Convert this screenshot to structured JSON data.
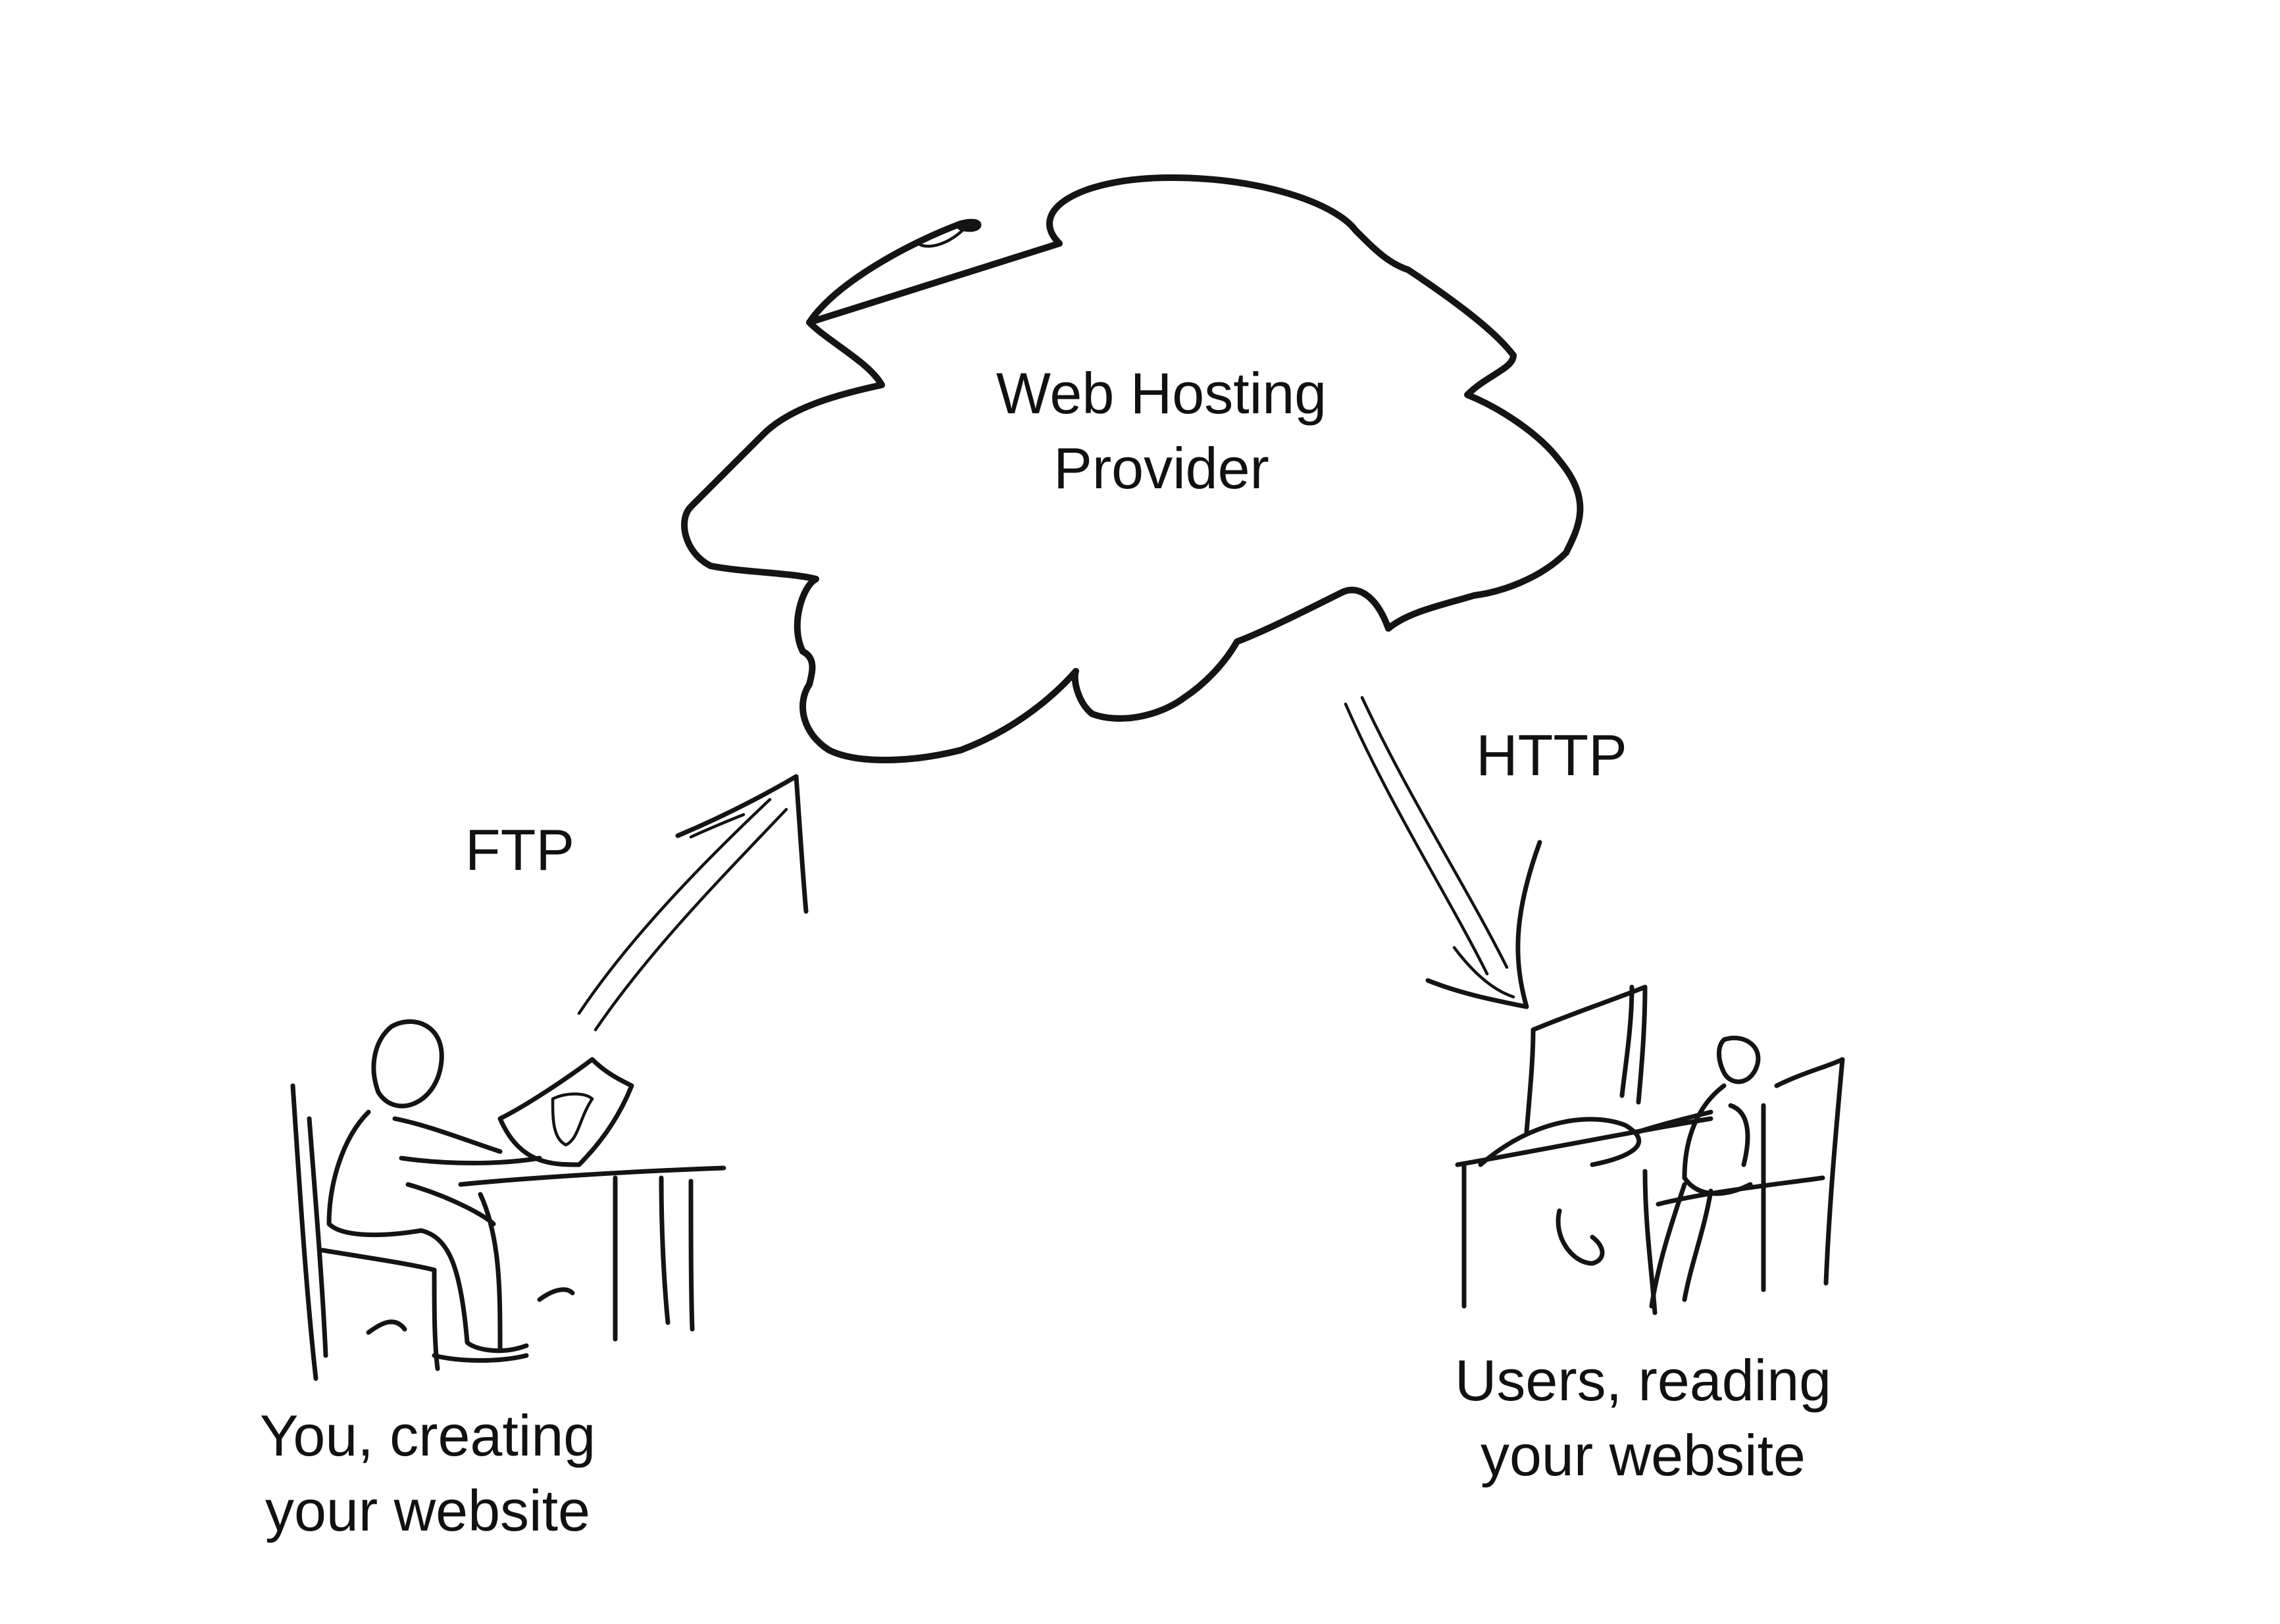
{
  "cloud": {
    "line1": "Web Hosting",
    "line2": "Provider"
  },
  "upload_protocol": "FTP",
  "download_protocol": "HTTP",
  "creator": {
    "line1": "You, creating",
    "line2": "your website"
  },
  "readers": {
    "line1": "Users, reading",
    "line2": "your website"
  }
}
